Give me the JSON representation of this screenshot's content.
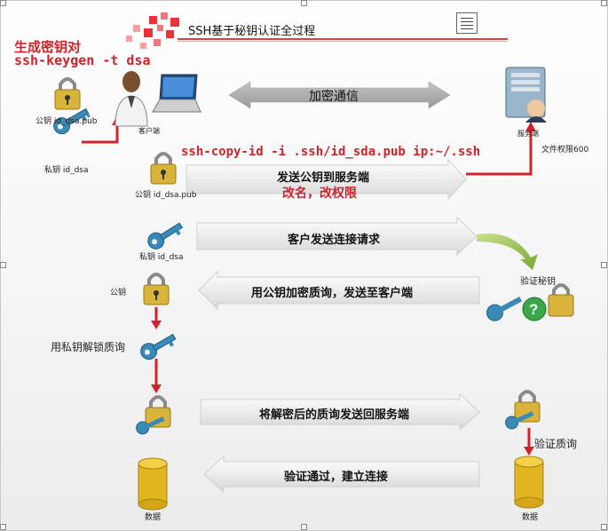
{
  "title": "SSH基于秘钥认证全过程",
  "keygen": {
    "heading": "生成密钥对",
    "command": "ssh-keygen -t dsa"
  },
  "client": {
    "label": "客户端",
    "pubkey_label": "公钥 id_dsa.pub",
    "privkey_label": "私钥 id_dsa"
  },
  "server": {
    "label": "服务端",
    "perm_note": "文件权限600"
  },
  "encrypted_comm": "加密通信",
  "copy_cmd": "ssh-copy-id -i .ssh/id_sda.pub ip:~/.ssh",
  "steps": {
    "send_pubkey": "发送公钥到服务端",
    "rename": "改名，改权限",
    "pubkey2_label": "公钥 id_dsa.pub",
    "privkey2_label": "私钥 id_dsa",
    "connect_request": "客户发送连接请求",
    "verify_key": "验证秘钥",
    "pubkey3_label": "公钥",
    "encrypt_challenge": "用公钥加密质询，发送至客户端",
    "decrypt_challenge": "用私钥解锁质询",
    "send_back": "将解密后的质询发送回服务端",
    "verify_challenge": "验证质询",
    "established": "验证通过，建立连接",
    "data_left": "数据",
    "data_right": "数据"
  },
  "colors": {
    "accent_red": "#d3222a",
    "band_gray": "#dcdcdc",
    "key_blue": "#3a8ab8",
    "lock_gold": "#d9b43a"
  }
}
